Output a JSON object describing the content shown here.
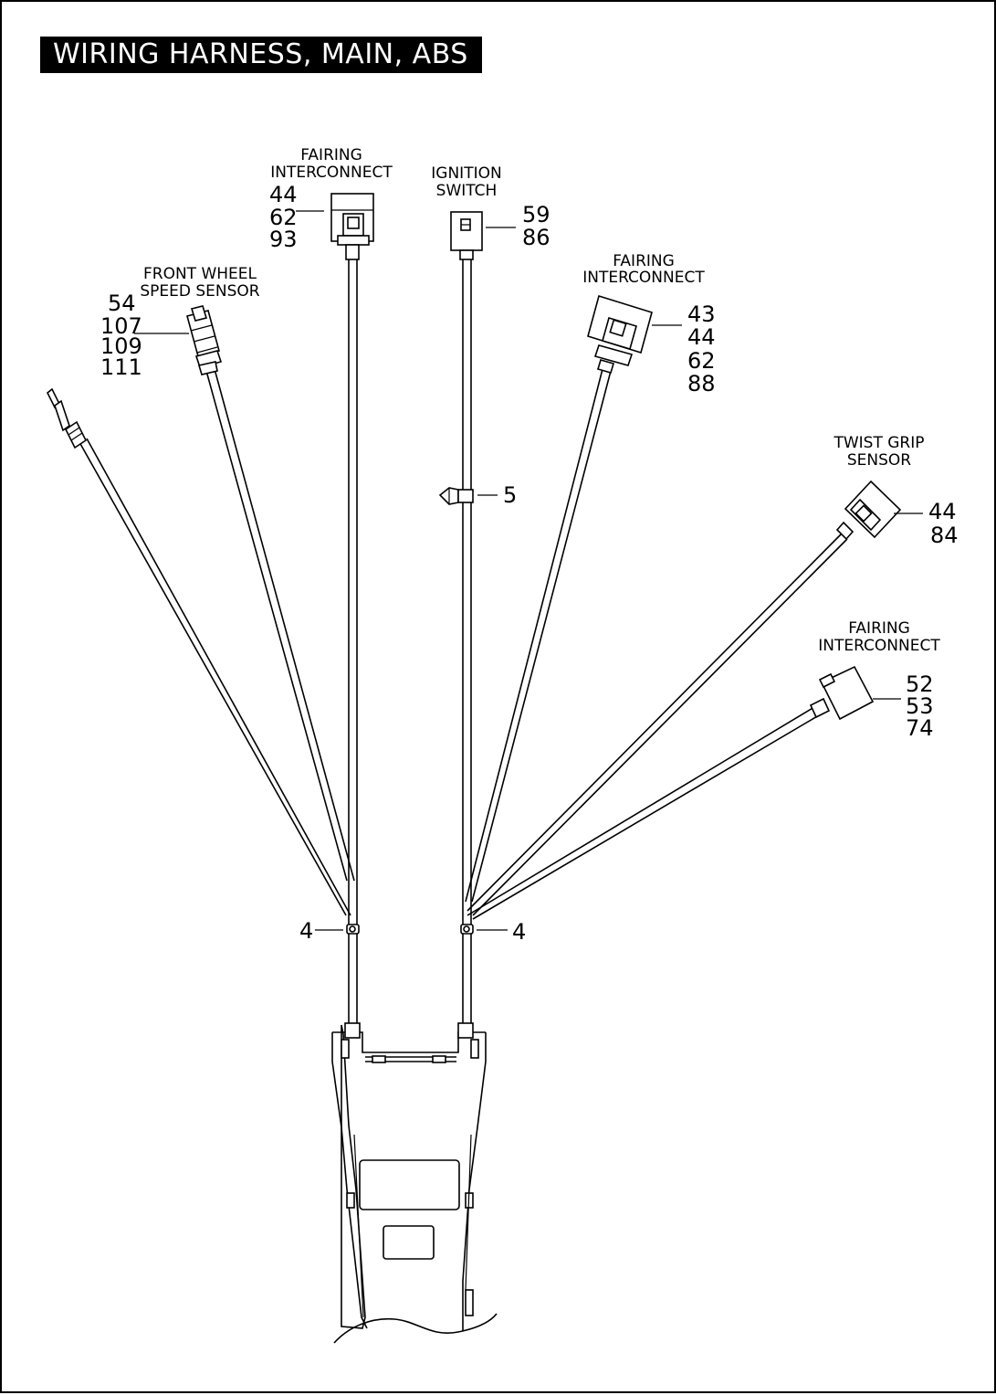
{
  "title": "WIRING HARNESS, MAIN, ABS",
  "callouts": {
    "fairing_interconnect_top": {
      "label_line1": "FAIRING",
      "label_line2": "INTERCONNECT",
      "numbers": [
        "44",
        "62",
        "93"
      ]
    },
    "ignition_switch": {
      "label_line1": "IGNITION",
      "label_line2": "SWITCH",
      "numbers": [
        "59",
        "86"
      ]
    },
    "front_wheel_speed_sensor": {
      "label_line1": "FRONT WHEEL",
      "label_line2": "SPEED SENSOR",
      "numbers": [
        "54",
        "107",
        "109",
        "111"
      ]
    },
    "fairing_interconnect_right": {
      "label_line1": "FAIRING",
      "label_line2": "INTERCONNECT",
      "numbers": [
        "43",
        "44",
        "62",
        "88"
      ]
    },
    "twist_grip_sensor": {
      "label_line1": "TWIST GRIP",
      "label_line2": "SENSOR",
      "numbers": [
        "44",
        "84"
      ]
    },
    "fairing_interconnect_lower": {
      "label_line1": "FAIRING",
      "label_line2": "INTERCONNECT",
      "numbers": [
        "52",
        "53",
        "74"
      ]
    },
    "clip": {
      "number": "5"
    },
    "tie_left": {
      "number": "4"
    },
    "tie_right": {
      "number": "4"
    }
  }
}
